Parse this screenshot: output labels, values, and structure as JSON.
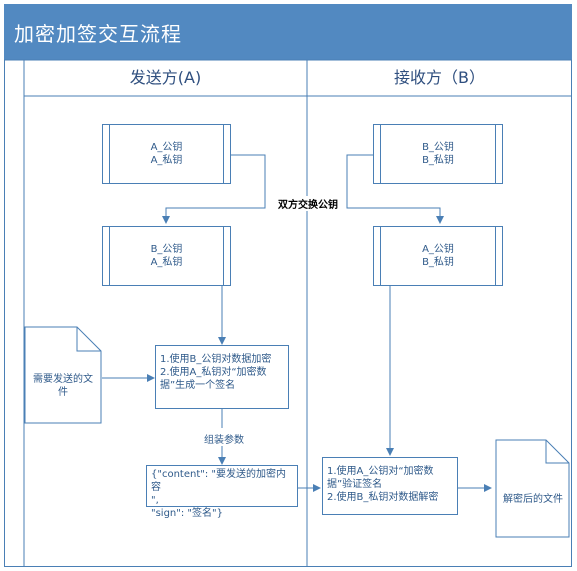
{
  "title": "加密加签交互流程",
  "lanes": {
    "sender": "发送方(A)",
    "receiver": "接收方（B）"
  },
  "sender": {
    "keys_top": [
      "A_公钥",
      "A_私钥"
    ],
    "keys_after": [
      "B_公钥",
      "A_私钥"
    ],
    "process_lines": [
      "1.使用B_公钥对数据加密",
      "2.使用A_私钥对“加密数",
      "据”生成一个签名"
    ],
    "assemble_label": "组装参数",
    "params_lines": [
      "{\"content\": \"要发送的加密内容",
      "\",",
      "\"sign\": \"签名\"}"
    ],
    "doc_lines": [
      "需要发送的文",
      "件"
    ]
  },
  "receiver": {
    "keys_top": [
      "B_公钥",
      "B_私钥"
    ],
    "keys_after": [
      "A_公钥",
      "B_私钥"
    ],
    "process_lines": [
      "1.使用A_公钥对“加密数",
      "据”验证签名",
      "2.使用B_私钥对数据解密"
    ],
    "doc_label": "解密后的文件"
  },
  "exchange_label": "双方交换公钥",
  "colors": {
    "title_bar": "#5289c1",
    "stroke": "#4a7fb5",
    "text": "#2f5a8a"
  }
}
